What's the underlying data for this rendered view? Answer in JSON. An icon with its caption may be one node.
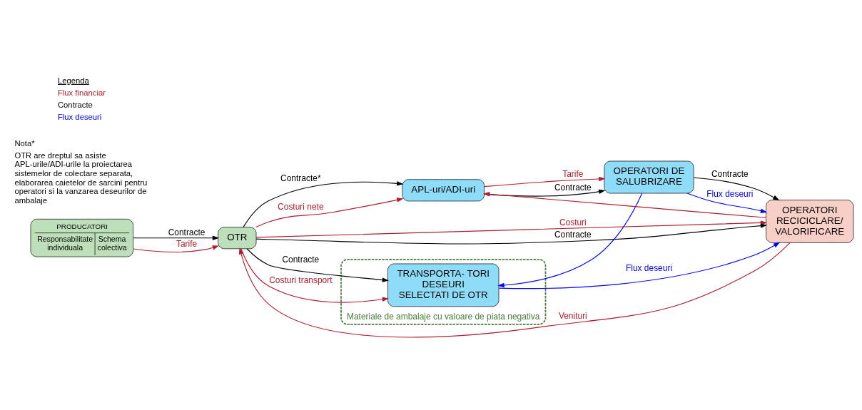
{
  "diagram": {
    "nodes": [
      {
        "text": [
          "PRODUCATORI",
          "Responsabilitate individuala",
          "Schema colectiva"
        ]
      },
      {
        "text": [
          "OTR"
        ]
      },
      {
        "text": [
          "OPERATORI DE SALUBRIZARE"
        ]
      },
      {
        "text": [
          "APL-uri/ADI-uri"
        ]
      },
      {
        "text": [
          "OPERATORI RECICICLARE/ VALORIFICARE"
        ]
      },
      {
        "text": [
          "Materiale de ambalaje cu valoare de piata negativa"
        ]
      },
      {
        "text": [
          "TRANSPORTA- TORI DESEURI SELECTATI DE OTR"
        ],
        "in": 5
      }
    ],
    "edges": [
      {
        "from": 0,
        "to": 1,
        "arrow": "to",
        "label": "Contracte",
        "color": "#000000"
      },
      {
        "from": 0,
        "to": 1,
        "arrow": "to",
        "label": "Tarife",
        "color": "#b01c2e"
      },
      {
        "from": 1,
        "to": 3,
        "arrow": "to",
        "label": "Contracte*",
        "color": "#000000"
      },
      {
        "from": 1,
        "to": 3,
        "arrow": "to",
        "label": "Costuri nete",
        "color": "#b01c2e"
      },
      {
        "from": 3,
        "to": 2,
        "arrow": "to",
        "label": "Tarife",
        "color": "#b01c2e"
      },
      {
        "from": 3,
        "to": 2,
        "arrow": "to",
        "label": "Contracte",
        "color": "#000000"
      },
      {
        "from": 2,
        "to": 4,
        "arrow": "to",
        "label": "Contracte",
        "color": "#000000"
      },
      {
        "from": 2,
        "to": 4,
        "arrow": "to",
        "label": "Flux deseuri",
        "color": "#0000ff"
      },
      {
        "from": 2,
        "to": 6,
        "arrow": "to",
        "color": "#0000ff"
      },
      {
        "from": 6,
        "to": 4,
        "arrow": "to",
        "label": "Flux deseuri",
        "color": "#0000ff"
      },
      {
        "from": 4,
        "to": 3,
        "arrow": "to",
        "color": "#b01c2e"
      },
      {
        "from": 1,
        "to": 6,
        "arrow": "to",
        "label": "Contracte",
        "color": "#000000"
      },
      {
        "from": 1,
        "to": 6,
        "arrow": "to",
        "label": "Costuri transport",
        "color": "#b01c2e"
      },
      {
        "from": 1,
        "to": 4,
        "arrow": "to",
        "label": "Costuri",
        "color": "#b01c2e"
      },
      {
        "from": 4,
        "to": 1,
        "arrow": "to",
        "label": "Venituri",
        "color": "#b01c2e"
      },
      {
        "from": 1,
        "to": 4,
        "arrow": "to",
        "label": "Contracte",
        "color": "#000000"
      }
    ],
    "labels": [
      "Nota*",
      "OTR are dreptul sa asiste APL-urile/ADI-urile la proiectarea sistemelor de colectare separata, elaborarea caietelor de sarcini pentru operatori si la vanzarea deseurilor de ambalaje",
      "Legenda"
    ],
    "legend": [
      {
        "text": "Flux financiar"
      },
      {
        "text": "Contracte"
      },
      {
        "text": "Flux deseuri"
      }
    ]
  }
}
